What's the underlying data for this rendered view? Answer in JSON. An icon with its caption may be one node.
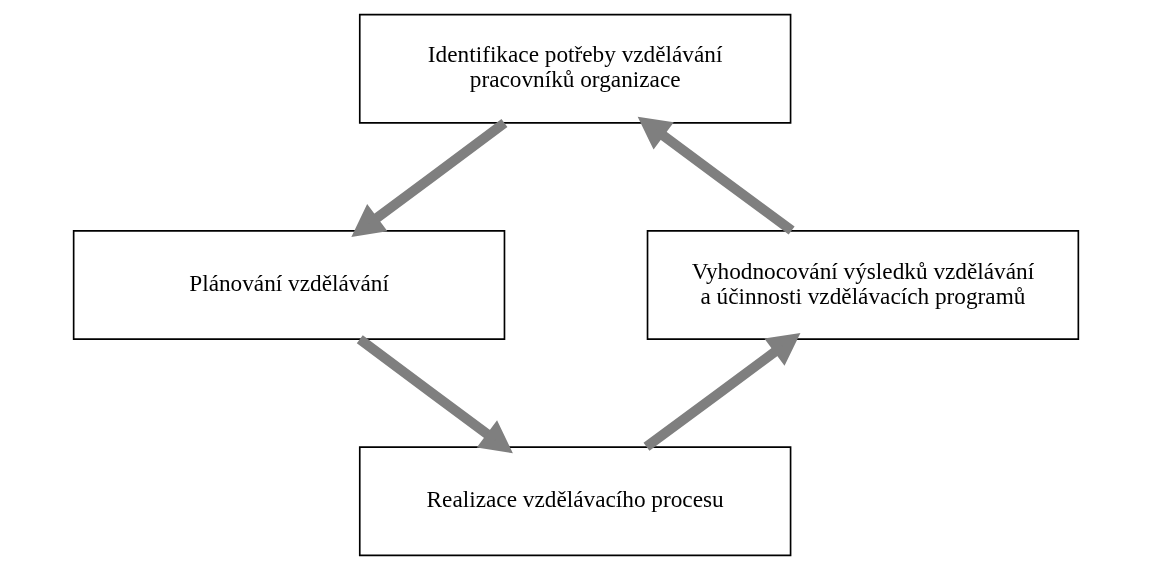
{
  "diagram": {
    "nodes": [
      {
        "text": [
          "Identifikace potřeby vzdělávání pracovníků organizace"
        ]
      },
      {
        "text": [
          "Plánování vzdělávání"
        ]
      },
      {
        "text": [
          "Realizace vzdělávacího procesu"
        ]
      },
      {
        "text": [
          "Vyhodnocování výsledků vzdělávání a účinnosti vzdělávacích programů"
        ]
      }
    ],
    "edges": [
      {
        "from": 0,
        "to": 1,
        "arrow": "to"
      },
      {
        "from": 1,
        "to": 2,
        "arrow": "to"
      },
      {
        "from": 2,
        "to": 3,
        "arrow": "to"
      },
      {
        "from": 3,
        "to": 0,
        "arrow": "to"
      }
    ]
  }
}
